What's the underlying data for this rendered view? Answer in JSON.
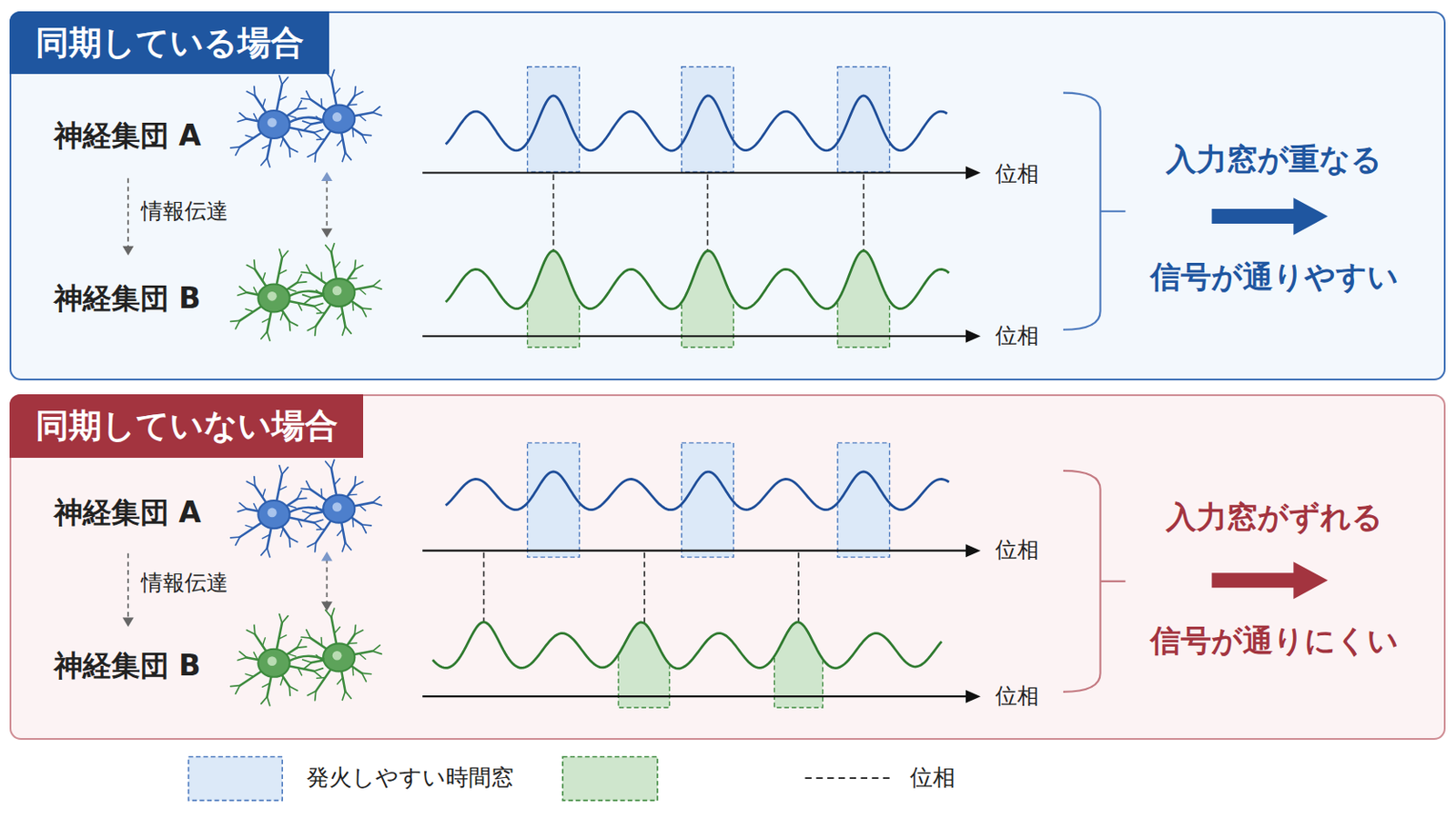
{
  "diagram": {
    "nodes": [
      {
        "text": [
          "同期している場合"
        ]
      },
      {
        "text": [
          "同期していない場合"
        ]
      }
    ],
    "labels": [
      "神経集団 A",
      "情報伝達",
      "神経集団 B",
      "位相",
      "位相",
      "入力窓が重なる",
      "信号が通りやすい",
      "神経集団 A",
      "情報伝達",
      "神経集団 B",
      "位相",
      "位相",
      "入力窓がずれる",
      "信号が通りにくい"
    ],
    "legend": [
      {
        "text": "発火しやすい時間窓",
        "color": "#dce9f8"
      },
      {
        "text": "位相"
      }
    ]
  }
}
